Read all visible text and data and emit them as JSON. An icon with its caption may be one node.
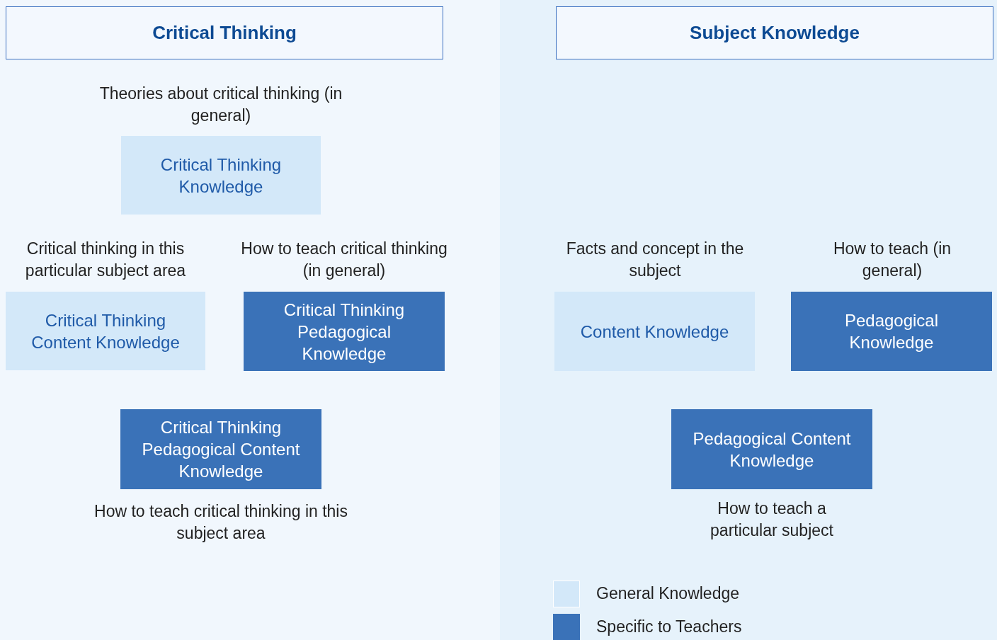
{
  "diagram": {
    "nodes": [
      {
        "text": [
          "Critical Thinking"
        ]
      },
      {
        "text": [
          "Critical Thinking Knowledge"
        ],
        "beside": [
          "Theories about critical thinking (in general)"
        ]
      },
      {
        "text": [
          "Critical Thinking Content Knowledge"
        ],
        "beside": [
          "Critical thinking in this particular subject area"
        ]
      },
      {
        "text": [
          "Critical Thinking Pedagogical Knowledge"
        ],
        "beside": [
          "How to teach critical thinking (in general)"
        ]
      },
      {
        "text": [
          "Critical Thinking Pedagogical Content Knowledge"
        ],
        "beside": [
          "How to teach critical thinking in this subject area"
        ]
      },
      {
        "text": [
          "Subject Knowledge"
        ]
      },
      {
        "text": [
          "Content Knowledge"
        ],
        "beside": [
          "Facts and concept in the subject"
        ]
      },
      {
        "text": [
          "Pedagogical Knowledge"
        ],
        "beside": [
          "How to teach (in general)"
        ]
      },
      {
        "text": [
          "Pedagogical Content Knowledge"
        ],
        "beside": [
          "How to teach a particular subject"
        ]
      }
    ],
    "legend": [
      {
        "text": "General Knowledge",
        "color": "#d3e8f9"
      },
      {
        "text": "Specific to Teachers",
        "color": "#3a72b8"
      }
    ]
  }
}
